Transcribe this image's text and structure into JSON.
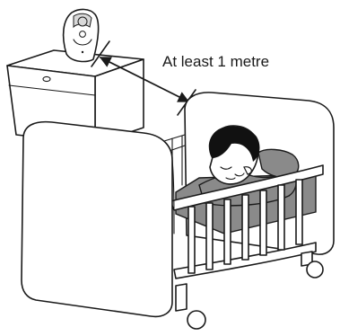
{
  "diagram": {
    "distance_label": "At least 1 metre",
    "colors": {
      "line": "#1a1a1a",
      "mattress": "#8a8a8a",
      "hair": "#111111",
      "monitor_shade": "#d9d9d9"
    },
    "objects": [
      "baby-monitor",
      "bedside-table",
      "baby-cot",
      "sleeping-baby",
      "distance-arrow"
    ]
  }
}
